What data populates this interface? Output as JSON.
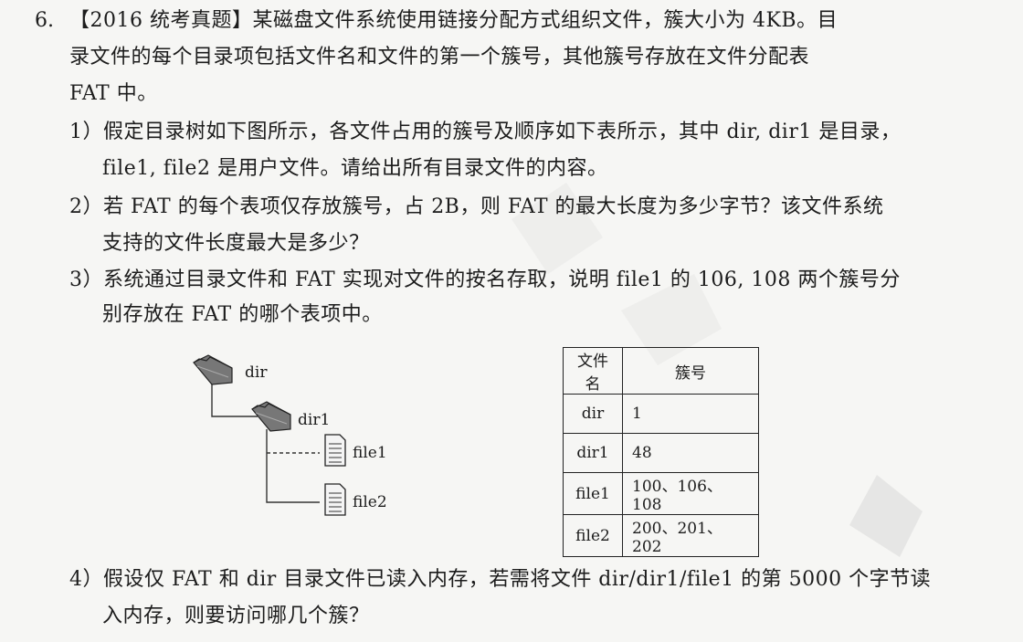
{
  "question": {
    "number": "6.",
    "intro_line1": "【2016 统考真题】某磁盘文件系统使用链接分配方式组织文件，簇大小为 4KB。目",
    "intro_line2": "录文件的每个目录项包括文件名和文件的第一个簇号，其他簇号存放在文件分配表",
    "intro_line3": "FAT 中。",
    "sub1_line1": "1）假定目录树如下图所示，各文件占用的簇号及顺序如下表所示，其中 dir, dir1 是目录，",
    "sub1_line2": "file1, file2 是用户文件。请给出所有目录文件的内容。",
    "sub2_line1": "2）若 FAT 的每个表项仅存放簇号，占 2B，则 FAT 的最大长度为多少字节？该文件系统",
    "sub2_line2": "支持的文件长度最大是多少？",
    "sub3_line1": "3）系统通过目录文件和 FAT 实现对文件的按名存取，说明 file1 的 106, 108 两个簇号分",
    "sub3_line2": "别存放在 FAT 的哪个表项中。",
    "sub4_line1": "4）假设仅 FAT 和 dir 目录文件已读入内存，若需将文件 dir/dir1/file1 的第 5000 个字节读",
    "sub4_line2": "入内存，则要访问哪几个簇？"
  },
  "tree": {
    "root": "dir",
    "subdir": "dir1",
    "file_a": "file1",
    "file_b": "file2",
    "folder_icon": "folder-icon",
    "file_icon": "document-icon"
  },
  "table": {
    "headers": [
      "文件名",
      "簇号"
    ],
    "rows": [
      {
        "name": "dir",
        "clusters": "1"
      },
      {
        "name": "dir1",
        "clusters": "48"
      },
      {
        "name": "file1",
        "clusters": "100、106、108"
      },
      {
        "name": "file2",
        "clusters": "200、201、202"
      }
    ]
  }
}
